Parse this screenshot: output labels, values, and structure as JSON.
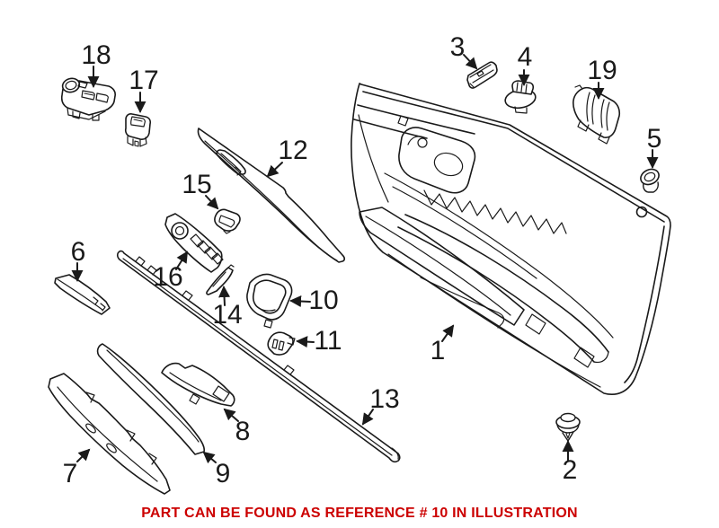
{
  "caption": {
    "text": "PART CAN BE FOUND AS REFERENCE # 10 IN ILLUSTRATION"
  },
  "colors": {
    "line": "#1a1a1a",
    "caption_red": "#cc0000",
    "background": "#ffffff"
  },
  "diagram_type": "exploded-parts-illustration",
  "parts": [
    {
      "ref": "1"
    },
    {
      "ref": "2"
    },
    {
      "ref": "3"
    },
    {
      "ref": "4"
    },
    {
      "ref": "5"
    },
    {
      "ref": "6"
    },
    {
      "ref": "7"
    },
    {
      "ref": "8"
    },
    {
      "ref": "9"
    },
    {
      "ref": "10"
    },
    {
      "ref": "11"
    },
    {
      "ref": "12"
    },
    {
      "ref": "13"
    },
    {
      "ref": "14"
    },
    {
      "ref": "15"
    },
    {
      "ref": "16"
    },
    {
      "ref": "17"
    },
    {
      "ref": "18"
    },
    {
      "ref": "19"
    }
  ]
}
